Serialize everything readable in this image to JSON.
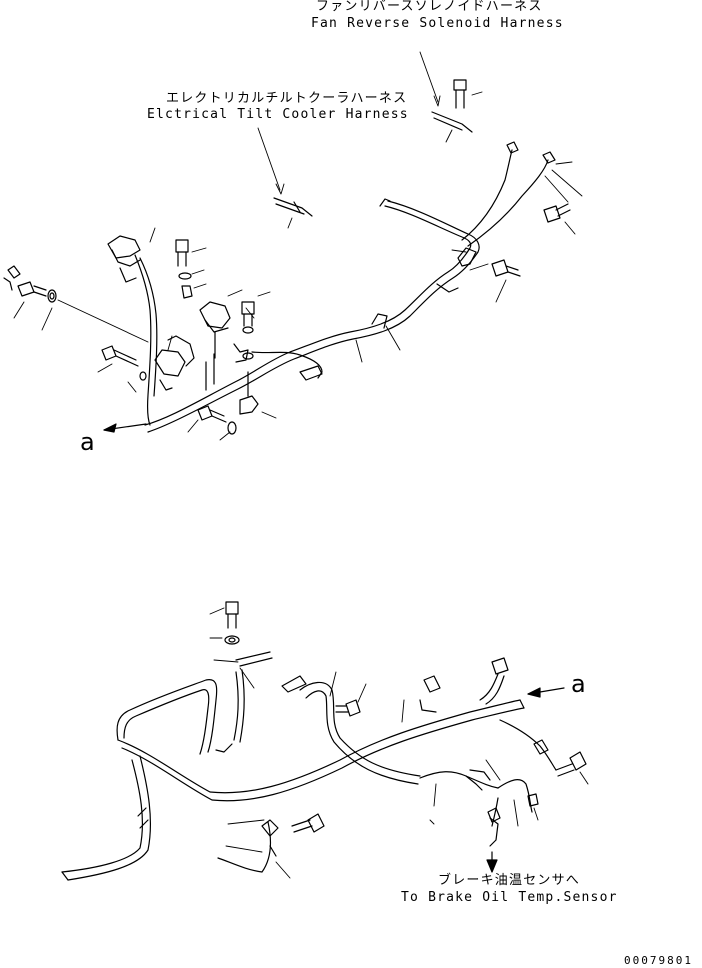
{
  "labels": {
    "fan_reverse_jp": "ファンリバースソレノイドハーネス",
    "fan_reverse_en": "Fan Reverse Solenoid Harness",
    "tilt_cooler_jp": "エレクトリカルチルトクーラハーネス",
    "tilt_cooler_en": "Elctrical Tilt Cooler Harness",
    "brake_sensor_jp": "ブレーキ油温センサへ",
    "brake_sensor_en": "To Brake Oil Temp.Sensor",
    "ref_a_top": "a",
    "ref_a_bottom": "a",
    "drawing_number": "00079801"
  }
}
